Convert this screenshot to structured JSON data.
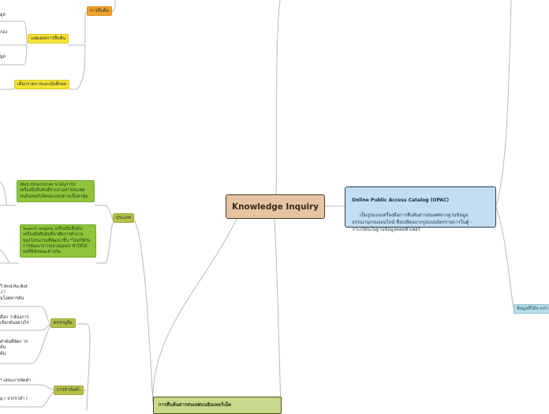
{
  "central": {
    "title": "Knowledge Inquiry"
  },
  "opac": {
    "title": "Online Public Access Catalog (OPAC)",
    "body": "เป็นรูปแบบเครื่องมือการสืบค้นสารสนเทศจากฐานข้อมูลบรรณานุกรมออนไลน์ ซึ่งเปลี่ยนจากรูปแบบบัตรรายการในตู้ ->ระเบียนในฐานข้อมูลคอมพิวเตอร์"
  },
  "internet": {
    "title": "การสืบค้นสารสนเทศบนอินเทอร์เน็ต"
  },
  "right": {
    "teal_label": "ข้อมูลที่ได้จากการ"
  },
  "top_left": {
    "search_result": "การสืบค้น",
    "show_result": "แสดงผลการสืบค้น",
    "select_save": "เลือกรายการและบันทึกผล",
    "frag_1": "มูล",
    "frag_2": "กอง",
    "frag_3": "มูล"
  },
  "types": {
    "label": "ประเภท",
    "web_directories": "Web Directories นามบุการม\n    เครื่องมือสืบค้นที่รวบรวมสารสนเทศ\nบนอินเทอร์เน็ตและแยกตามเนื้อหาตุ่ม",
    "search_engine": "Search engine เครื่องมือสืบค้น\n    เครื่องมือสืบค้นที่อาศัยการทำงาน\nของโปรแกรมที่พัฒนาขึ้น *โดยใช้กัน\nการพัฒนาจากหลายบุคคล ทำให้ได้\nผลที่มีลักษณะต่างกัน"
  },
  "logic": {
    "label": "ตรรกบูลีน",
    "frag_1": "าี And,Ro,Not\n,I,!\nนโอตคารค้น",
    "frag_2": "คือก ว่าต้องการ\nเลือกคันอย่างไร",
    "frag_3": "คำค้นที่จัดก าร\nค้น\nค้น"
  },
  "limit": {
    "label": "การจำกัดคำ",
    "frag_1": "*  เลขแการจัดคำ",
    "frag_2": "g ( จากราคำ )"
  }
}
